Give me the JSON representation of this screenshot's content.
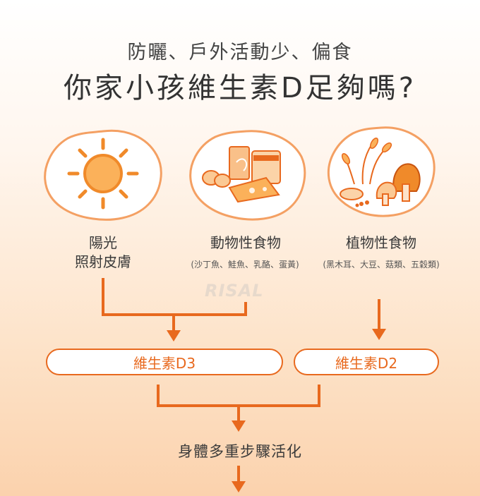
{
  "header": {
    "line1": "防曬、戶外活動少、偏食",
    "line2": "你家小孩維生素D足夠嗎?"
  },
  "sources": [
    {
      "label_line1": "陽光",
      "label_line2": "照射皮膚",
      "icon": "sun-icon"
    },
    {
      "label_line1": "動物性食物",
      "detail": "(沙丁魚、鮭魚、乳酪、蛋黃)",
      "icon": "animal-food-icon"
    },
    {
      "label_line1": "植物性食物",
      "detail": "(黑木耳、大豆、菇類、五穀類)",
      "icon": "plant-food-icon"
    }
  ],
  "vitamins": {
    "d3": "維生素D3",
    "d2": "維生素D2"
  },
  "result": "身體多重步驟活化",
  "watermark": "RISAL",
  "colors": {
    "accent": "#e8691e",
    "blob_border": "#f4a063",
    "sun": "#f9a23c"
  }
}
